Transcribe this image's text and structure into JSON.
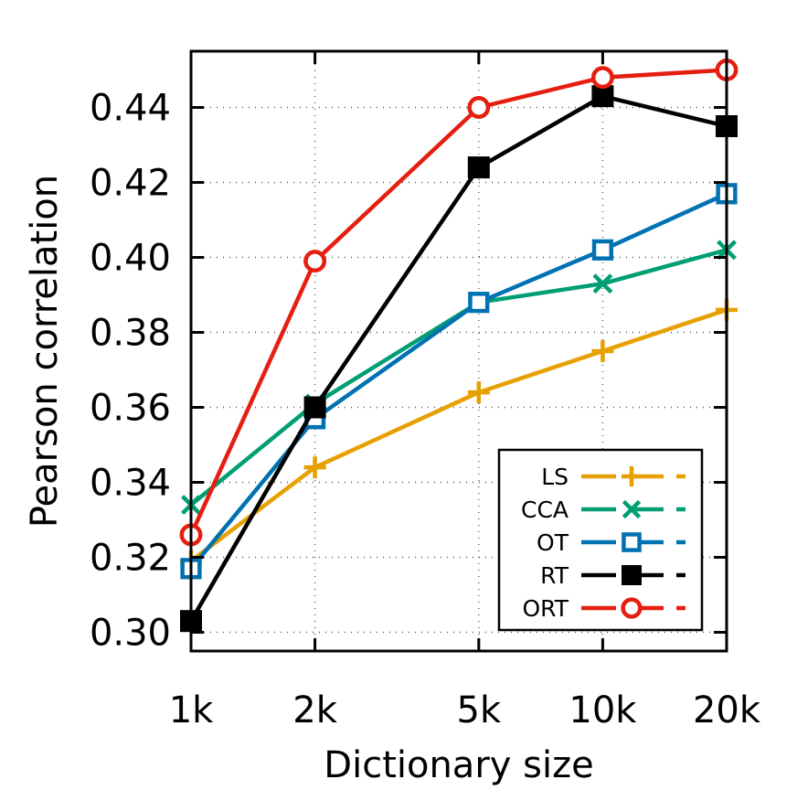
{
  "chart_data": {
    "type": "line",
    "xlabel": "Dictionary size",
    "ylabel": "Pearson correlation",
    "x_scale": "log",
    "x": [
      "1k",
      "2k",
      "5k",
      "10k",
      "20k"
    ],
    "x_values": [
      1000,
      2000,
      5000,
      10000,
      20000
    ],
    "xlim": [
      1000,
      20000
    ],
    "ylim": [
      0.295,
      0.455
    ],
    "y_ticks": [
      {
        "value": 0.3,
        "label": "0.30"
      },
      {
        "value": 0.32,
        "label": "0.32"
      },
      {
        "value": 0.34,
        "label": "0.34"
      },
      {
        "value": 0.36,
        "label": "0.36"
      },
      {
        "value": 0.38,
        "label": "0.38"
      },
      {
        "value": 0.4,
        "label": "0.40"
      },
      {
        "value": 0.42,
        "label": "0.42"
      },
      {
        "value": 0.44,
        "label": "0.44"
      }
    ],
    "grid": true,
    "legend_position": "bottom-right",
    "series": [
      {
        "name": "LS",
        "color": "#e6a000",
        "marker": "plus",
        "values": [
          0.319,
          0.344,
          0.364,
          0.375,
          0.386
        ]
      },
      {
        "name": "CCA",
        "color": "#009e73",
        "marker": "cross",
        "values": [
          0.334,
          0.361,
          0.388,
          0.393,
          0.402
        ]
      },
      {
        "name": "OT",
        "color": "#0072b2",
        "marker": "square-open",
        "values": [
          0.317,
          0.357,
          0.388,
          0.402,
          0.417
        ]
      },
      {
        "name": "RT",
        "color": "#000000",
        "marker": "square-filled",
        "values": [
          0.303,
          0.36,
          0.424,
          0.443,
          0.435
        ]
      },
      {
        "name": "ORT",
        "color": "#e51e10",
        "marker": "circle-open",
        "values": [
          0.326,
          0.399,
          0.44,
          0.448,
          0.45
        ]
      }
    ]
  }
}
